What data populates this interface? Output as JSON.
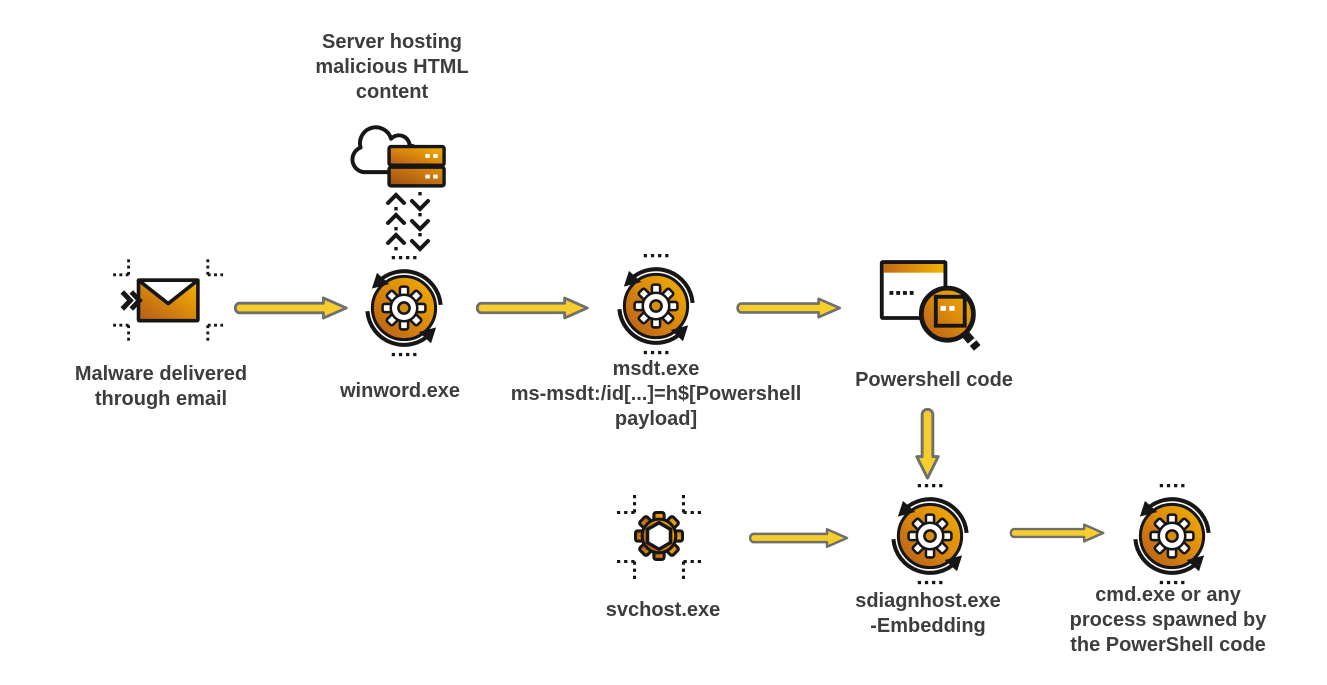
{
  "diagram": {
    "type": "attack-flow",
    "background": "#ffffff",
    "nodes": {
      "server": {
        "line1": "Server hosting",
        "line2": "malicious HTML",
        "line3": "content"
      },
      "email": {
        "line1": "Malware delivered",
        "line2": "through email"
      },
      "winword": {
        "label": "winword.exe"
      },
      "msdt": {
        "line1": "msdt.exe",
        "line2": "ms-msdt:/id[...]=h$[Powershell",
        "line3": "payload]"
      },
      "powershell": {
        "label": "Powershell code"
      },
      "svchost": {
        "label": "svchost.exe"
      },
      "sdiagnhost": {
        "line1": "sdiagnhost.exe",
        "line2": "-Embedding"
      },
      "cmd": {
        "line1": "cmd.exe or any",
        "line2": "process spawned by",
        "line3": "the PowerShell code"
      }
    },
    "edges": [
      {
        "from": "email",
        "to": "winword"
      },
      {
        "from": "server",
        "to": "winword",
        "style": "chevron-transfer"
      },
      {
        "from": "winword",
        "to": "msdt"
      },
      {
        "from": "msdt",
        "to": "powershell"
      },
      {
        "from": "powershell",
        "to": "sdiagnhost"
      },
      {
        "from": "svchost",
        "to": "sdiagnhost"
      },
      {
        "from": "sdiagnhost",
        "to": "cmd"
      }
    ],
    "icons": {
      "email": "envelope-icon",
      "server": "cloud-server-icon",
      "transfer": "up-down-chevrons-icon",
      "winword": "process-cycle-gear-icon",
      "msdt": "process-cycle-gear-icon",
      "sdiagnhost": "process-cycle-gear-icon",
      "cmd": "process-cycle-gear-icon",
      "svchost": "gear-hexagon-icon",
      "powershell": "window-magnifier-icon",
      "edge": "yellow-arrow-icon"
    },
    "colors": {
      "text": "#3d3d3d",
      "outline": "#161616",
      "arrow_fill": "#f6ce2b",
      "arrow_outline": "#6f6f6f",
      "gold_light": "#f2b203",
      "gold_mid": "#dd8c0c",
      "gold_dark": "#b45a1b"
    }
  }
}
